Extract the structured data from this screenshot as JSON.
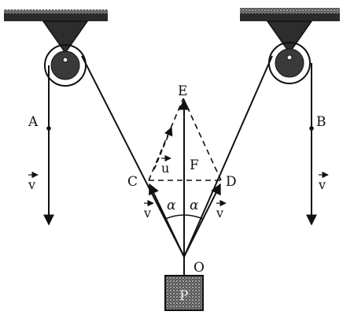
{
  "labels": {
    "A": "A",
    "B": "B",
    "C": "C",
    "D": "D",
    "E": "E",
    "F": "F",
    "O": "O",
    "P": "P"
  },
  "vectors": {
    "v_left_rope": "v",
    "v_right_rope": "v",
    "v_left_center": "v",
    "v_right_center": "v",
    "u": "u"
  },
  "angles": {
    "left": "α",
    "right": "α"
  }
}
